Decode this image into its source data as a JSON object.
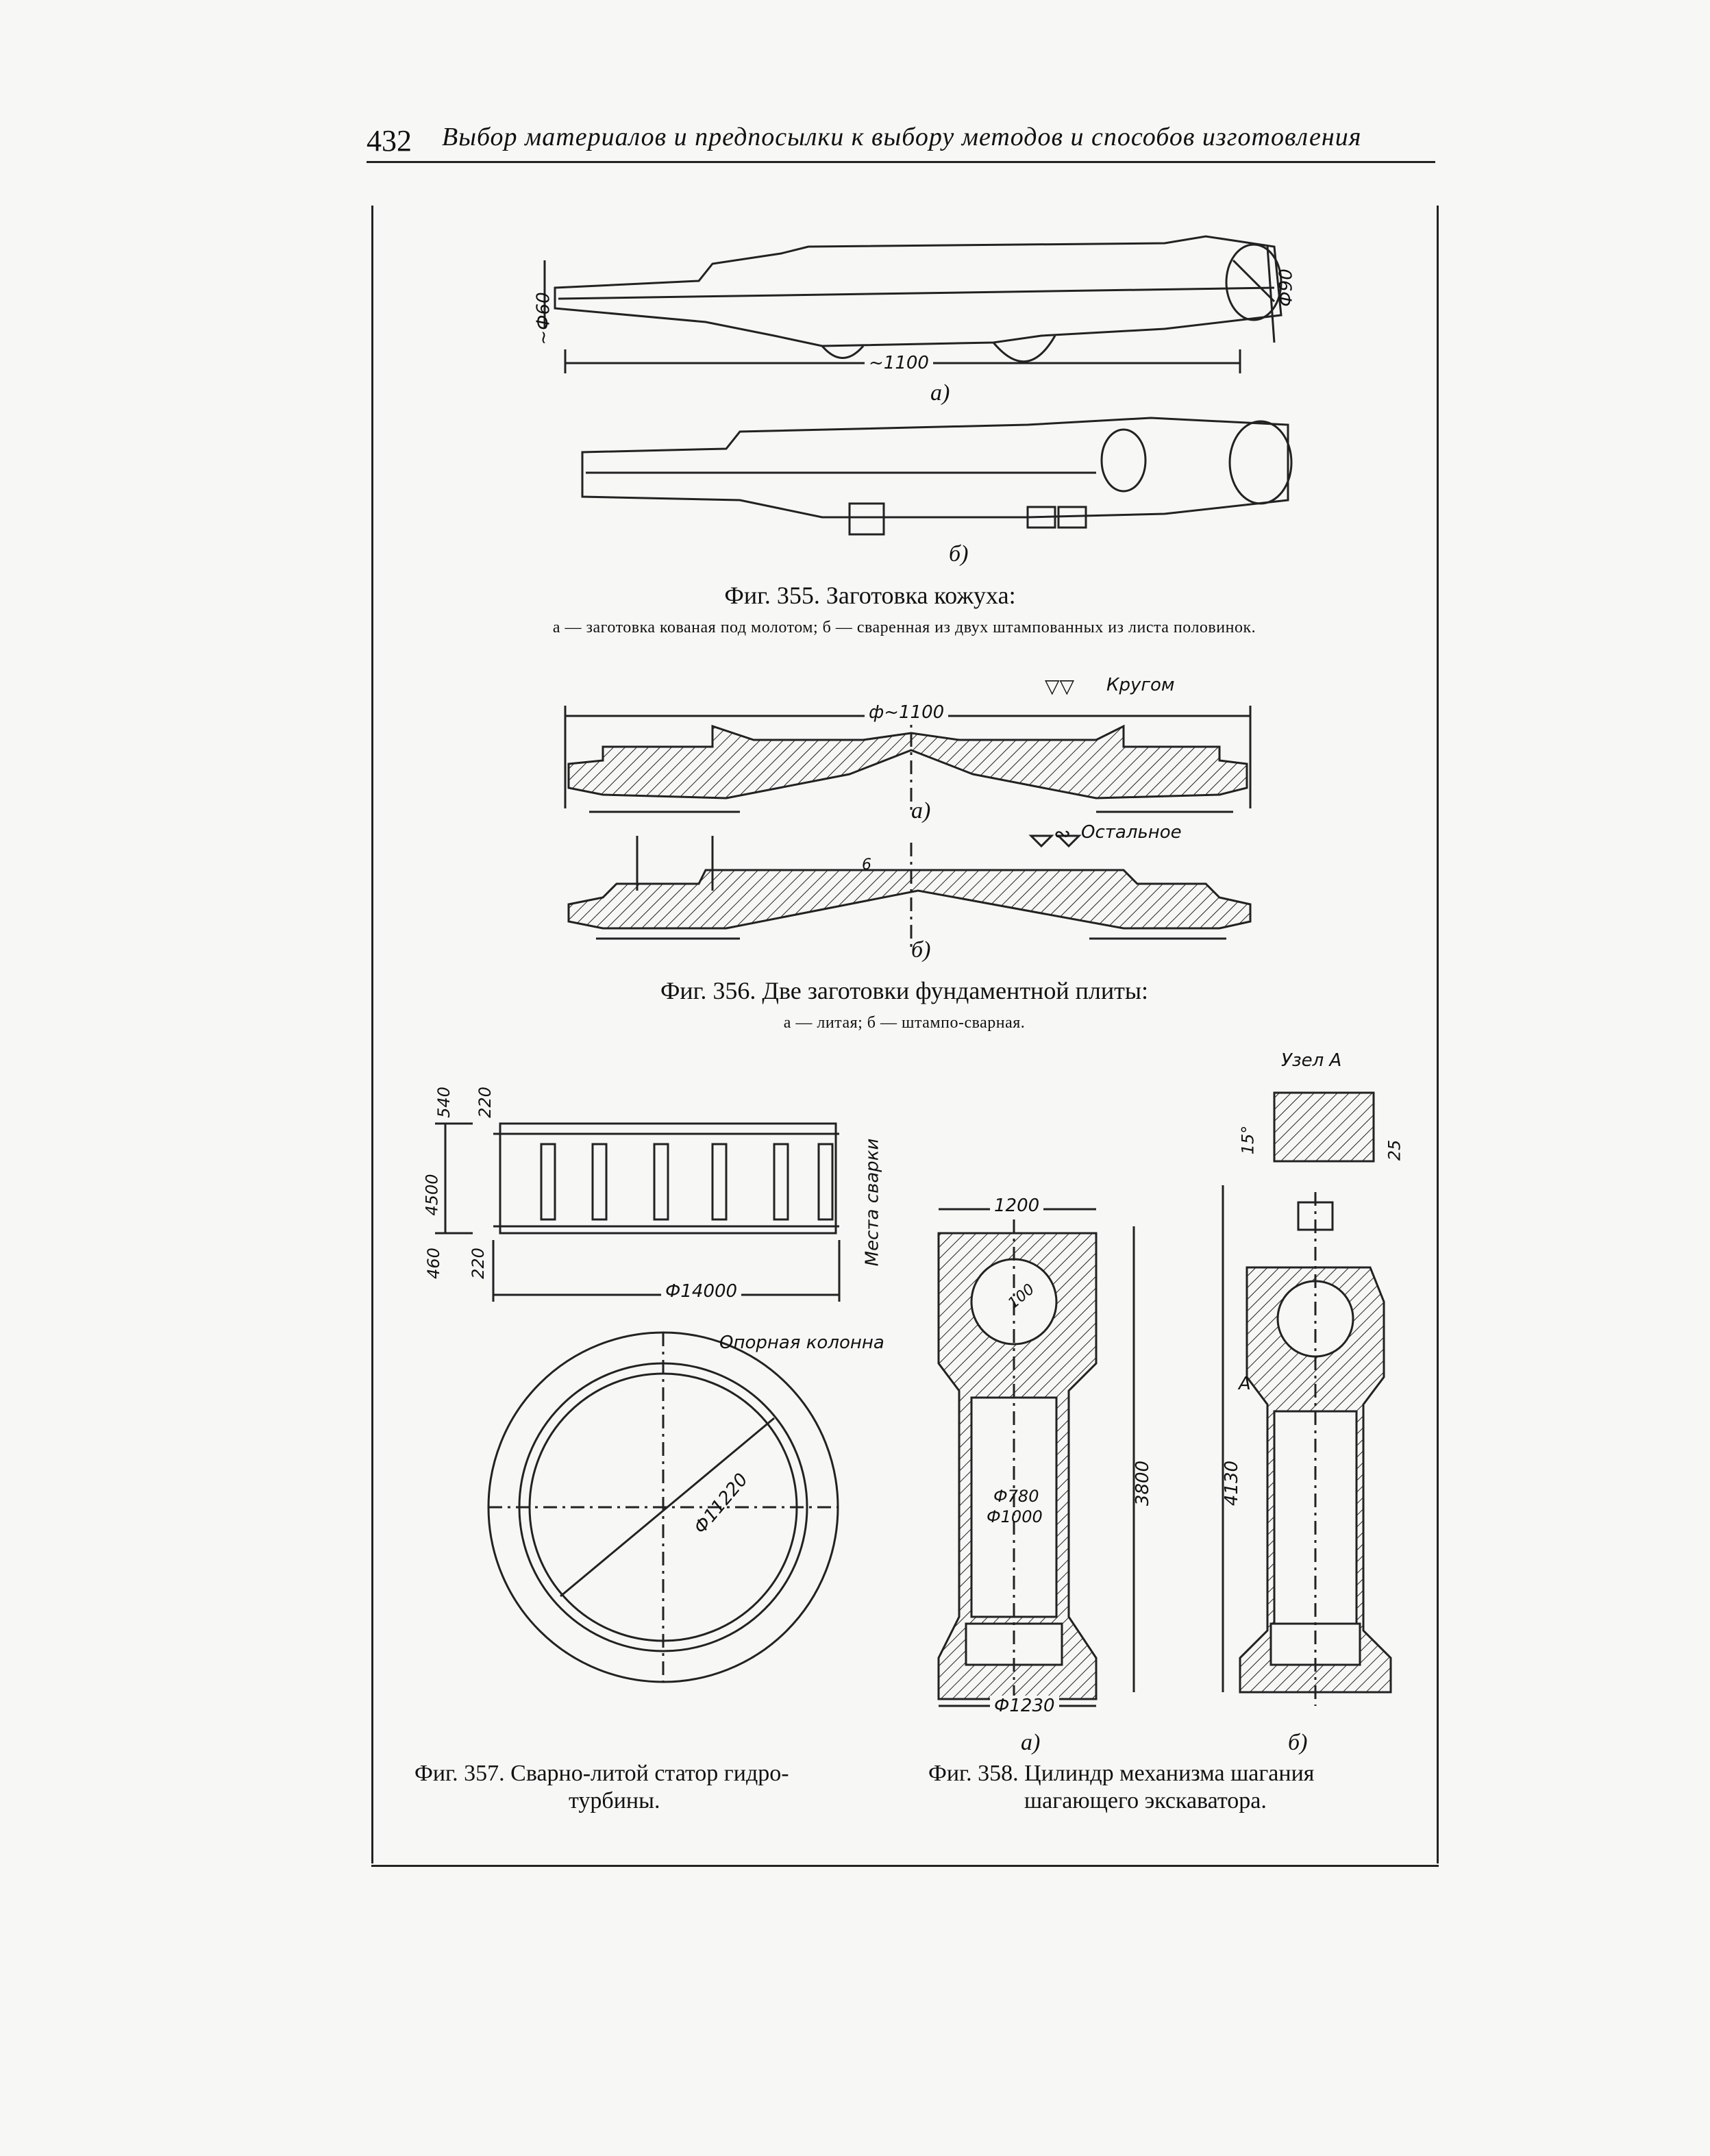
{
  "header": {
    "page_number": "432",
    "running_title": "Выбор материалов и предпосылки к выбору методов и способов изготовления"
  },
  "fig355": {
    "dim_left": "~Ф60",
    "dim_right": "Ф90",
    "dim_length": "~1100",
    "label_a": "а)",
    "label_b": "б)",
    "caption": "Фиг. 355. Заготовка кожуха:",
    "caption_sub": "а — заготовка кованая под молотом; б — сваренная из двух штампованных из листа половинок."
  },
  "fig356": {
    "dim_length": "ф~1100",
    "finish_note": "Кругом",
    "rest_note": "Остальное",
    "dim_small": "6",
    "label_a": "а)",
    "label_b": "б)",
    "caption": "Фиг. 356. Две заготовки фундаментной плиты:",
    "caption_sub": "а — литая; б — штампо-сварная."
  },
  "fig357": {
    "dim_540": "540",
    "dim_220_top": "220",
    "dim_4500": "4500",
    "dim_460": "460",
    "dim_220_bot": "220",
    "dim_diameter": "Ф14000",
    "weld_note": "Места сварки",
    "column_note": "Опорная колонна",
    "inner_diameter": "Ф11220",
    "caption_line1": "Фиг. 357. Сварно-литой статор гидро-",
    "caption_line2": "турбины."
  },
  "fig358": {
    "node_label": "Узел А",
    "angle": "15°",
    "dim_25": "25",
    "dim_1200": "1200",
    "dim_r100": "100",
    "dim_3800": "3800",
    "dim_780": "Ф780",
    "dim_1000": "Ф1000",
    "dim_1230": "Ф1230",
    "dim_4130": "4130",
    "point_a": "А",
    "label_a": "а)",
    "label_b": "б)",
    "caption_line1": "Фиг. 358. Цилиндр механизма шагания",
    "caption_line2": "шагающего экскаватора."
  }
}
